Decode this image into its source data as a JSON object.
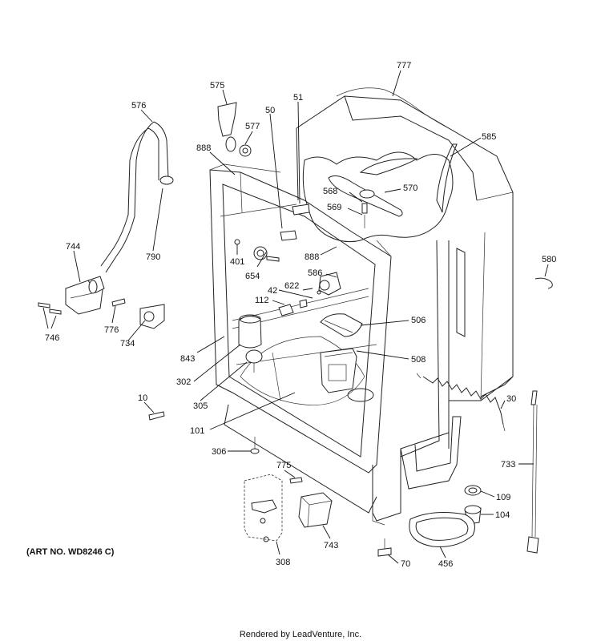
{
  "caption": "(ART NO. WD8246 C)",
  "footer": "Rendered by LeadVenture, Inc.",
  "callouts": {
    "p777": "777",
    "p575": "575",
    "p576": "576",
    "p577": "577",
    "p50": "50",
    "p51": "51",
    "p585": "585",
    "p888a": "888",
    "p568": "568",
    "p570": "570",
    "p569": "569",
    "p790": "790",
    "p744": "744",
    "p401": "401",
    "p888b": "888",
    "p654": "654",
    "p580": "580",
    "p586": "586",
    "p42": "42",
    "p622": "622",
    "p112": "112",
    "p746": "746",
    "p776": "776",
    "p734": "734",
    "p506": "506",
    "p843": "843",
    "p508": "508",
    "p302": "302",
    "p305": "305",
    "p30": "30",
    "p10": "10",
    "p101": "101",
    "p306": "306",
    "p775": "775",
    "p733": "733",
    "p109": "109",
    "p104": "104",
    "p743": "743",
    "p308": "308",
    "p70": "70",
    "p456": "456"
  }
}
